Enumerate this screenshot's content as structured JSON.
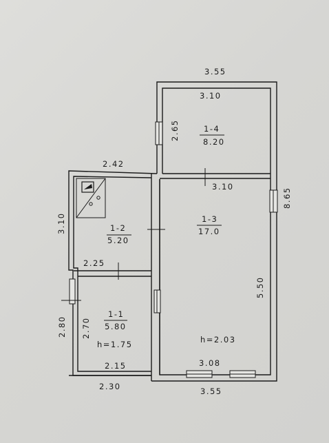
{
  "dimensions": {
    "top_outer_width": "3.55",
    "top_inner_width": "3.10",
    "room4_height": "2.65",
    "left_top_width": "2.42",
    "partition_width": "3.10",
    "overall_height": "8.65",
    "left_height": "3.10",
    "room3_height": "5.50",
    "room2_width": "2.25",
    "left_outer_height": "2.80",
    "room1_height": "2.70",
    "room1_inner_width": "2.15",
    "room3_inner_width": "3.08",
    "bottom_left_width": "2.30",
    "bottom_right_width": "3.55"
  },
  "rooms": {
    "r1": {
      "id": "1-1",
      "area": "5.80",
      "height": "h=1.75"
    },
    "r2": {
      "id": "1-2",
      "area": "5.20"
    },
    "r3": {
      "id": "1-3",
      "area": "17.0",
      "height": "h=2.03"
    },
    "r4": {
      "id": "1-4",
      "area": "8.20"
    }
  }
}
